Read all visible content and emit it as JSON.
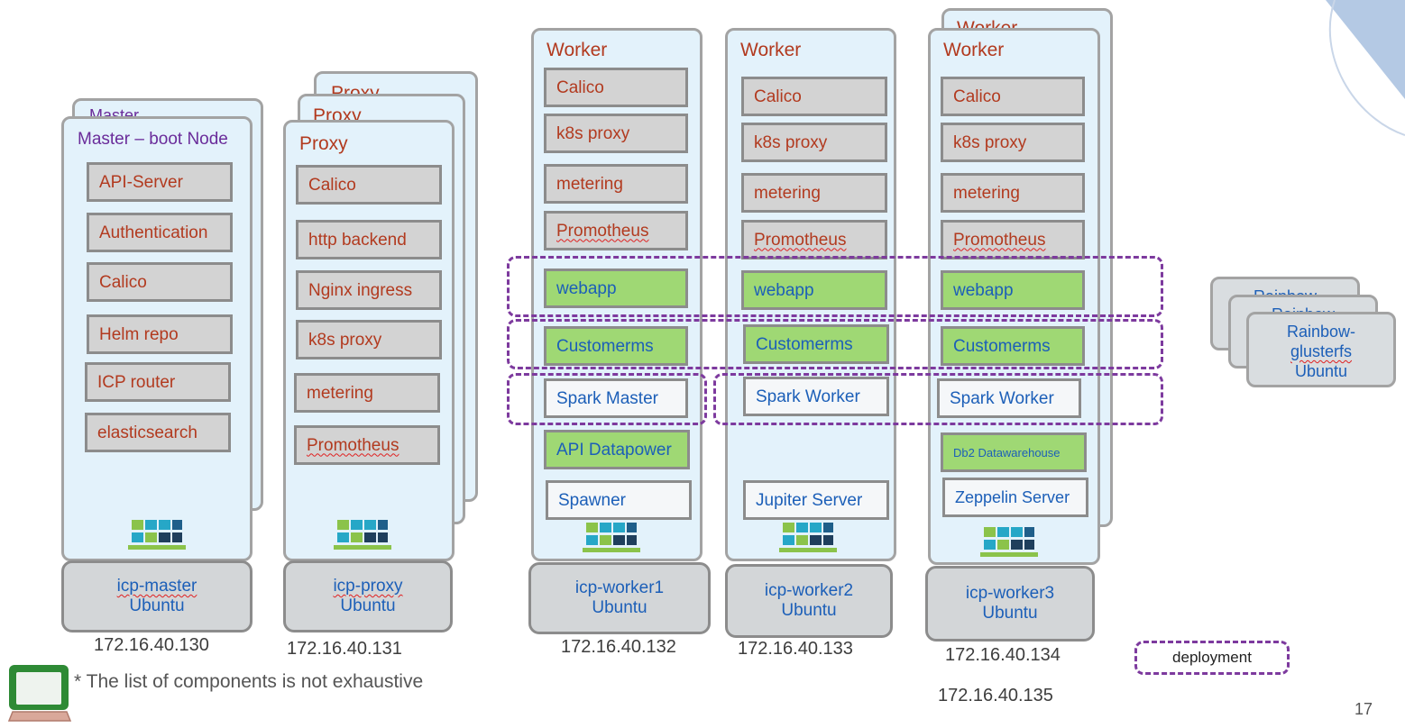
{
  "master": {
    "back_title": "Master",
    "title": "Master – boot Node",
    "components": [
      "API-Server",
      "Authentication",
      "Calico",
      "Helm repo",
      "ICP router",
      "elasticsearch"
    ],
    "node_name": "icp-master",
    "os": "Ubuntu",
    "ip": "172.16.40.130"
  },
  "proxy": {
    "back_title_1": "Proxy",
    "back_title_2": "Proxy",
    "title": "Proxy",
    "components": [
      "Calico",
      "http backend",
      "Nginx ingress",
      "k8s proxy",
      "metering",
      "Promotheus"
    ],
    "node_name": "icp-proxy",
    "os": "Ubuntu",
    "ip": "172.16.40.131"
  },
  "worker1": {
    "title": "Worker",
    "components": [
      "Calico",
      "k8s proxy",
      "metering",
      "Promotheus",
      "webapp",
      "Customerms",
      "Spark Master",
      "API Datapower",
      "Spawner"
    ],
    "node_name": "icp-worker1",
    "os": "Ubuntu",
    "ip": "172.16.40.132"
  },
  "worker2": {
    "title": "Worker",
    "components": [
      "Calico",
      "k8s proxy",
      "metering",
      "Promotheus",
      "webapp",
      "Customerms",
      "Spark Worker",
      "Jupiter Server"
    ],
    "node_name": "icp-worker2",
    "os": "Ubuntu",
    "ip": "172.16.40.133"
  },
  "worker3": {
    "back_title": "Worker",
    "title": "Worker",
    "components": [
      "Calico",
      "k8s proxy",
      "metering",
      "Promotheus",
      "webapp",
      "Customerms",
      "Spark Worker",
      "Db2 Datawarehouse",
      "Zeppelin Server"
    ],
    "node_name": "icp-worker3",
    "os": "Ubuntu",
    "ip": "172.16.40.134",
    "ip_extra": "172.16.40.135"
  },
  "rainbow": {
    "back_label_1": "Rainbow",
    "back_label_2": "Rainbow",
    "label_line1": "Rainbow-",
    "label_line2": "glusterfs",
    "os": "Ubuntu"
  },
  "legend": {
    "deployment": "deployment"
  },
  "footnote": "* The list of components is not exhaustive",
  "page_number": "17",
  "colors": {
    "panel_bg": "#e3f2fb",
    "infra_component": "#d3d3d3",
    "app_component": "#9fd874",
    "deployment_border": "#7d3a9e",
    "text_red": "#b23a1f",
    "text_blue": "#1c5fb8",
    "master_title": "#6a2c9a"
  }
}
